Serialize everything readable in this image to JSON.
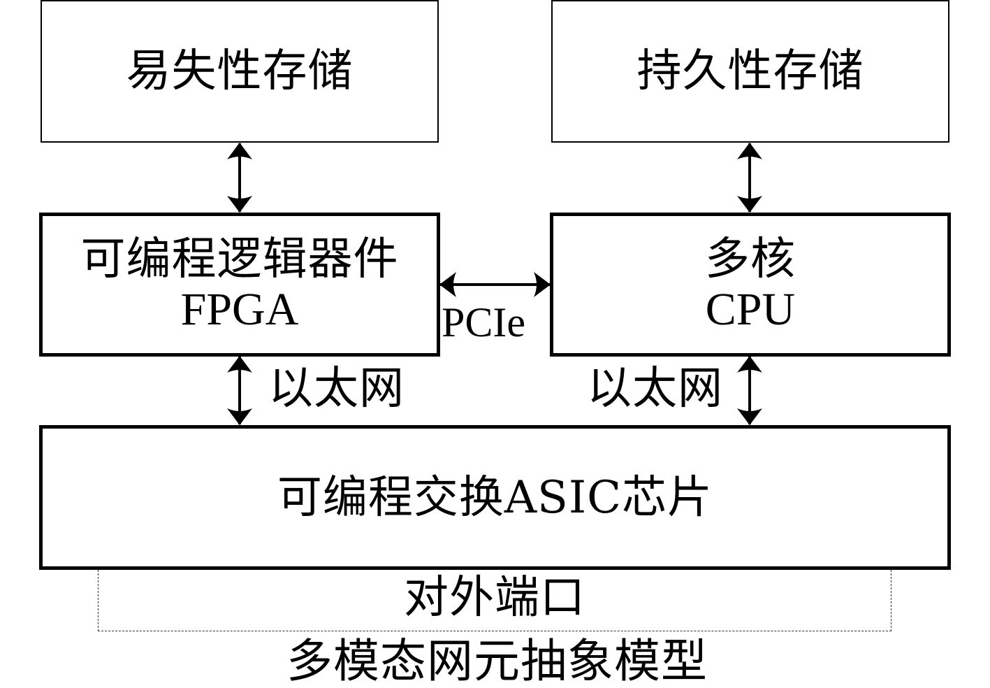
{
  "diagram": {
    "title": "多模态网元抽象模型",
    "nodes": {
      "volatile_storage": {
        "label": "易失性存储"
      },
      "persistent_storage": {
        "label": "持久性存储"
      },
      "fpga": {
        "label": "可编程逻辑器件",
        "sublabel": "FPGA"
      },
      "cpu": {
        "label": "多核",
        "sublabel": "CPU"
      },
      "asic": {
        "label": "可编程交换ASIC芯片"
      },
      "ports": {
        "label": "对外端口"
      }
    },
    "edges": [
      {
        "from": "volatile_storage",
        "to": "fpga",
        "label": "",
        "bidirectional": true
      },
      {
        "from": "persistent_storage",
        "to": "cpu",
        "label": "",
        "bidirectional": true
      },
      {
        "from": "fpga",
        "to": "cpu",
        "label": "PCIe",
        "bidirectional": true
      },
      {
        "from": "fpga",
        "to": "asic",
        "label": "以太网",
        "bidirectional": true
      },
      {
        "from": "cpu",
        "to": "asic",
        "label": "以太网",
        "bidirectional": true
      }
    ]
  }
}
